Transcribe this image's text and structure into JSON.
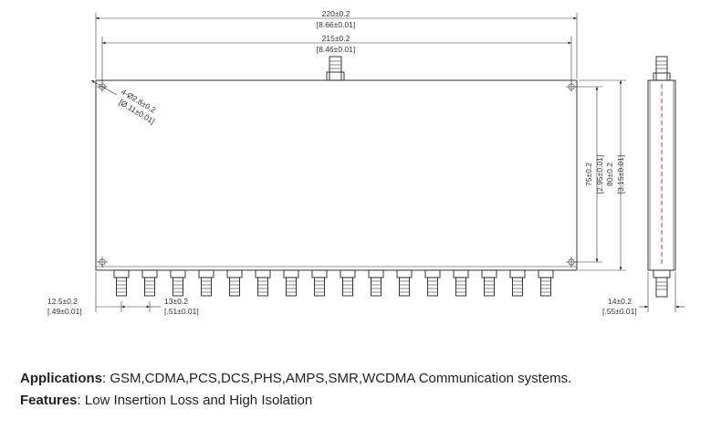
{
  "dimensions": {
    "overall_length": {
      "value": "220±0.2",
      "inch": "[8.66±0.01]"
    },
    "hole_spacing_length": {
      "value": "215±0.2",
      "inch": "[8.46±0.01]"
    },
    "mounting_holes": {
      "value": "4-Ø2.8±0.2",
      "inch": "[Ø.11±0.01]"
    },
    "hole_spacing_height": {
      "value": "75±0.2",
      "inch": "[2.95±0.01]"
    },
    "overall_height": {
      "value": "80±0.2",
      "inch": "[3.15±0.01]"
    },
    "edge_offset": {
      "value": "12.5±0.2",
      "inch": "[.49±0.01]"
    },
    "port_pitch": {
      "value": "13±0.2",
      "inch": "[.51±0.01]"
    },
    "thickness": {
      "value": "14±0.2",
      "inch": "[.55±0.01]"
    }
  },
  "output_port_count": 16,
  "applications": {
    "label": "Applications",
    "text": ": GSM,CDMA,PCS,DCS,PHS,AMPS,SMR,WCDMA Communication systems."
  },
  "features": {
    "label": "Features",
    "text": ": Low Insertion Loss and High Isolation"
  }
}
